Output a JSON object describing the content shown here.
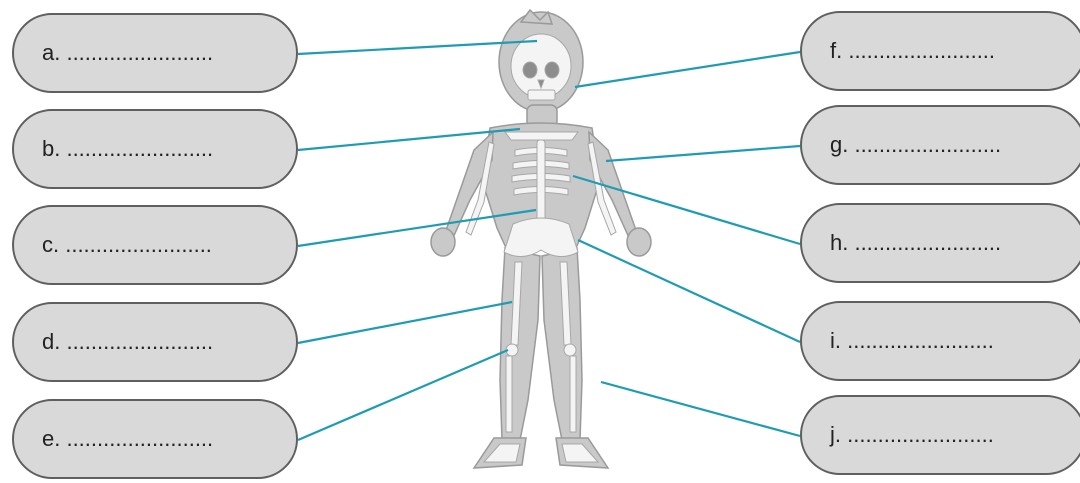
{
  "labels_left": [
    {
      "letter": "a",
      "text": "a. ........................"
    },
    {
      "letter": "b",
      "text": "b. ........................"
    },
    {
      "letter": "c",
      "text": "c. ........................"
    },
    {
      "letter": "d",
      "text": "d. ........................"
    },
    {
      "letter": "e",
      "text": "e. ........................"
    }
  ],
  "labels_right": [
    {
      "letter": "f",
      "text": "f. ........................"
    },
    {
      "letter": "g",
      "text": "g. ........................"
    },
    {
      "letter": "h",
      "text": "h. ........................"
    },
    {
      "letter": "i",
      "text": "i. ........................"
    },
    {
      "letter": "j",
      "text": "j. ........................"
    }
  ],
  "colors": {
    "leader_line": "#1e9cb3",
    "box_fill": "#d9d9d9",
    "box_border": "#5f5f5f",
    "body_fill": "#c9c9c9",
    "bone_fill": "#f4f4f4"
  },
  "image": {
    "subject": "human-skeleton-illustration"
  }
}
